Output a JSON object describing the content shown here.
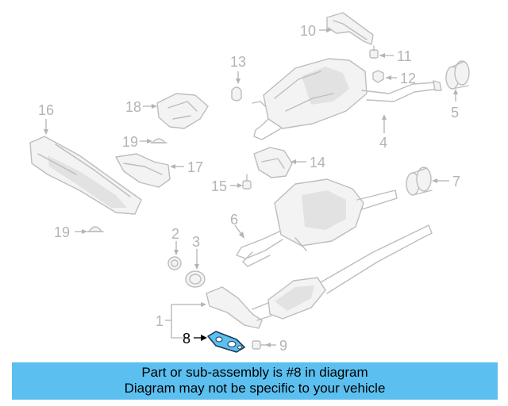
{
  "colors": {
    "banner_background": "#5bc0f0",
    "highlight_part": "#5bc0f0",
    "diagram_line": "#bdbdbd",
    "callout_text": "#b4b4b4",
    "highlight_callout": "#000000"
  },
  "callouts": {
    "c1": "1",
    "c2": "2",
    "c3": "3",
    "c4": "4",
    "c5": "5",
    "c6": "6",
    "c7": "7",
    "c8": "8",
    "c9": "9",
    "c10": "10",
    "c11": "11",
    "c12": "12",
    "c13": "13",
    "c14": "14",
    "c15": "15",
    "c16": "16",
    "c17": "17",
    "c18": "18",
    "c19a": "19",
    "c19b": "19"
  },
  "highlighted_part": "8",
  "banner": {
    "line1": "Part or sub-assembly is #8 in diagram",
    "line2": "Diagram may not be specific to your vehicle"
  }
}
